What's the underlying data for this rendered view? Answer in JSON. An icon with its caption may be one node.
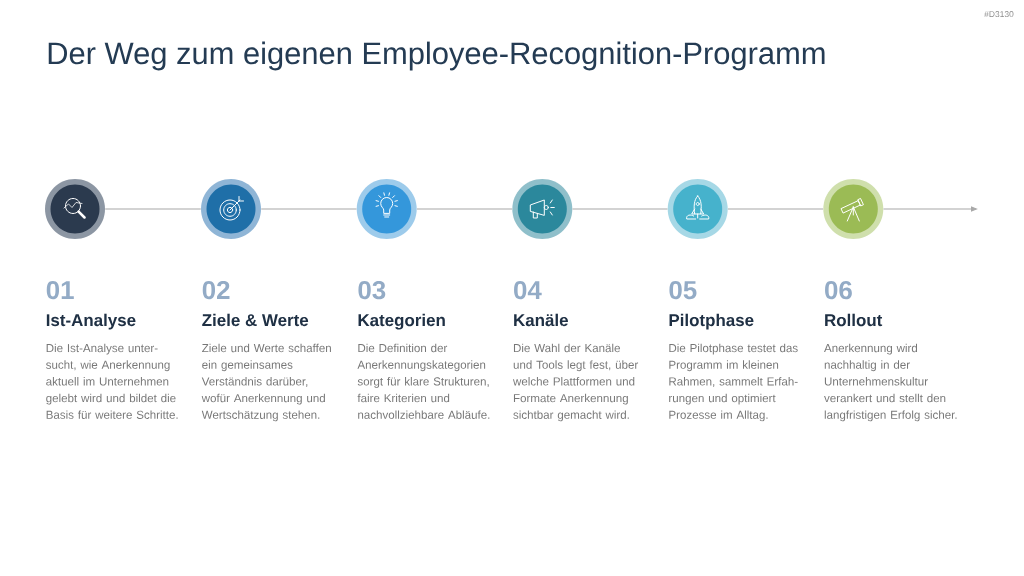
{
  "diagram": {
    "title": "Der Weg zum eigenen Employee-Recognition-Programm",
    "nodes": [
      {
        "text": [],
        "shape": "circle",
        "beside": [
          "01",
          "Ist-Analyse",
          "Die Ist-Analyse unter- sucht, wie Anerkennung aktuell im Unternehmen gelebt wird und bildet die Basis für weitere Schritte."
        ]
      },
      {
        "text": [],
        "shape": "circle",
        "beside": [
          "02",
          "Ziele & Werte",
          "Ziele und Werte schaffen ein gemeinsames Verständnis darüber, wofür Anerkennung und Wertschätzung stehen."
        ]
      },
      {
        "text": [],
        "shape": "circle",
        "beside": [
          "03",
          "Kategorien",
          "Die Definition der Anerkennungskategorien sorgt für klare Strukturen, faire Kriterien und nachvollziehbare Abläufe."
        ]
      },
      {
        "text": [],
        "shape": "circle",
        "beside": [
          "04",
          "Kanäle",
          "Die Wahl der Kanäle und Tools legt fest, über welche Plattformen und Formate Anerkennung sichtbar gemacht wird."
        ]
      },
      {
        "text": [],
        "shape": "circle",
        "beside": [
          "05",
          "Pilotphase",
          "Die Pilotphase testet das Programm im kleinen Rahmen, sammelt Erfah- rungen und optimiert Prozesse im Alltag."
        ]
      },
      {
        "text": [],
        "shape": "circle",
        "beside": [
          "06",
          "Rollout",
          "Anerkennung wird nachhaltig in der Unternehmenskultur verankert und stellt den langfristigen Erfolg sicher."
        ]
      }
    ],
    "edges": [
      {
        "from": 0,
        "to": 1,
        "arrow": "none"
      },
      {
        "from": 1,
        "to": 2,
        "arrow": "none"
      },
      {
        "from": 2,
        "to": 3,
        "arrow": "none"
      },
      {
        "from": 3,
        "to": 4,
        "arrow": "none"
      },
      {
        "from": 4,
        "to": 5,
        "arrow": "none"
      },
      {
        "from": 5,
        "to": null,
        "arrow": "to"
      }
    ],
    "labels": [
      "#D3130"
    ]
  }
}
